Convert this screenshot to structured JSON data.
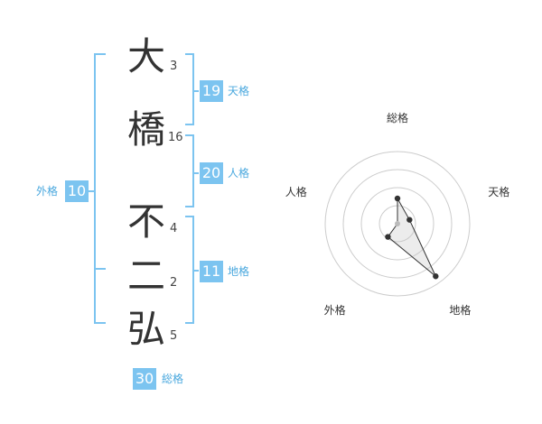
{
  "colors": {
    "accent": "#7cc4f0",
    "accent_text": "#4aa8de",
    "kanji": "#333333"
  },
  "name": {
    "characters": [
      {
        "char": "大",
        "strokes": "3"
      },
      {
        "char": "橋",
        "strokes": "16"
      },
      {
        "char": "不",
        "strokes": "4"
      },
      {
        "char": "二",
        "strokes": "2"
      },
      {
        "char": "弘",
        "strokes": "5"
      }
    ]
  },
  "fortune": {
    "tenkaku": {
      "value": "19",
      "label": "天格"
    },
    "jinkaku": {
      "value": "20",
      "label": "人格"
    },
    "chikaku": {
      "value": "11",
      "label": "地格"
    },
    "gaikaku": {
      "value": "10",
      "label": "外格"
    },
    "soukaku": {
      "value": "30",
      "label": "総格"
    }
  },
  "radar": {
    "axes": [
      "総格",
      "天格",
      "地格",
      "外格",
      "人格"
    ],
    "levels": 4,
    "values": [
      1.4,
      0.7,
      3.6,
      0.9,
      0.0
    ]
  }
}
